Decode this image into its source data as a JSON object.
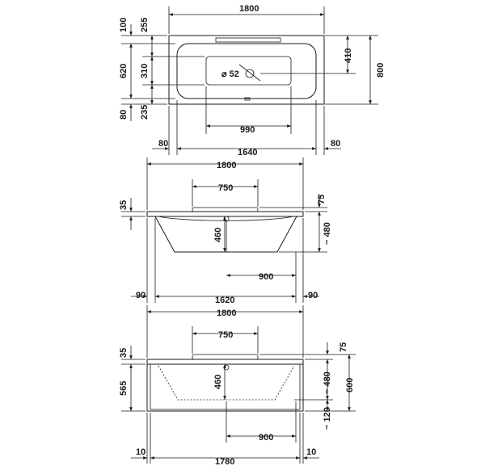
{
  "top_view": {
    "overall_length": "1800",
    "overall_width": "800",
    "rim_top": "100",
    "inner_top_offset": "255",
    "inner_width": "620",
    "drain_area_width": "310",
    "drain_offset": "410",
    "rim_bottom": "80",
    "inner_bottom_offset": "235",
    "drain_area_length": "990",
    "side_left": "80",
    "inner_length": "1640",
    "side_right": "80",
    "drain_diameter": "⌀ 52"
  },
  "side_view": {
    "overall_length": "1800",
    "headrest_length": "750",
    "rim_height": "35",
    "headrest_height": "75",
    "depth_center": "460",
    "depth_total": "~ 480",
    "drain_offset": "900",
    "side_left": "90",
    "inner_length": "1620",
    "side_right": "90"
  },
  "panel_view": {
    "overall_length": "1800",
    "headrest_length": "750",
    "rim_height": "35",
    "headrest_height": "75",
    "panel_height": "565",
    "depth_center": "460",
    "depth_total": "~ 480",
    "total_height": "600",
    "feet_height": "~ 120",
    "drain_offset": "900",
    "side_left": "10",
    "panel_length": "1780",
    "side_right": "10"
  }
}
